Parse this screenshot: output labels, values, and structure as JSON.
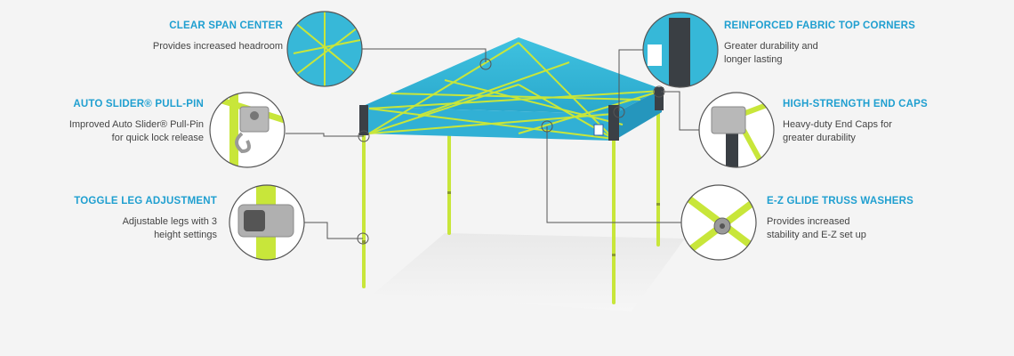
{
  "features": {
    "clear_span": {
      "title": "CLEAR SPAN CENTER",
      "desc": "Provides increased headroom"
    },
    "auto_slider": {
      "title": "AUTO SLIDER® PULL-PIN",
      "desc": "Improved Auto Slider® Pull-Pin\nfor quick lock release"
    },
    "toggle_leg": {
      "title": "TOGGLE LEG ADJUSTMENT",
      "desc": "Adjustable legs with 3\nheight settings"
    },
    "reinforced_corners": {
      "title": "REINFORCED FABRIC TOP CORNERS",
      "desc": "Greater durability and\nlonger lasting"
    },
    "end_caps": {
      "title": "HIGH-STRENGTH END CAPS",
      "desc": "Heavy-duty End Caps for\ngreater durability"
    },
    "truss_washers": {
      "title": "E-Z GLIDE TRUSS WASHERS",
      "desc": "Provides increased\nstability and E-Z set up"
    }
  },
  "colors": {
    "accent_title": "#1f9fd0",
    "canopy": "#36b8d8",
    "frame": "#c8e63a",
    "leader": "#555555"
  },
  "icons": [
    "canopy-tent-illustration",
    "detail-zoom-circle"
  ]
}
